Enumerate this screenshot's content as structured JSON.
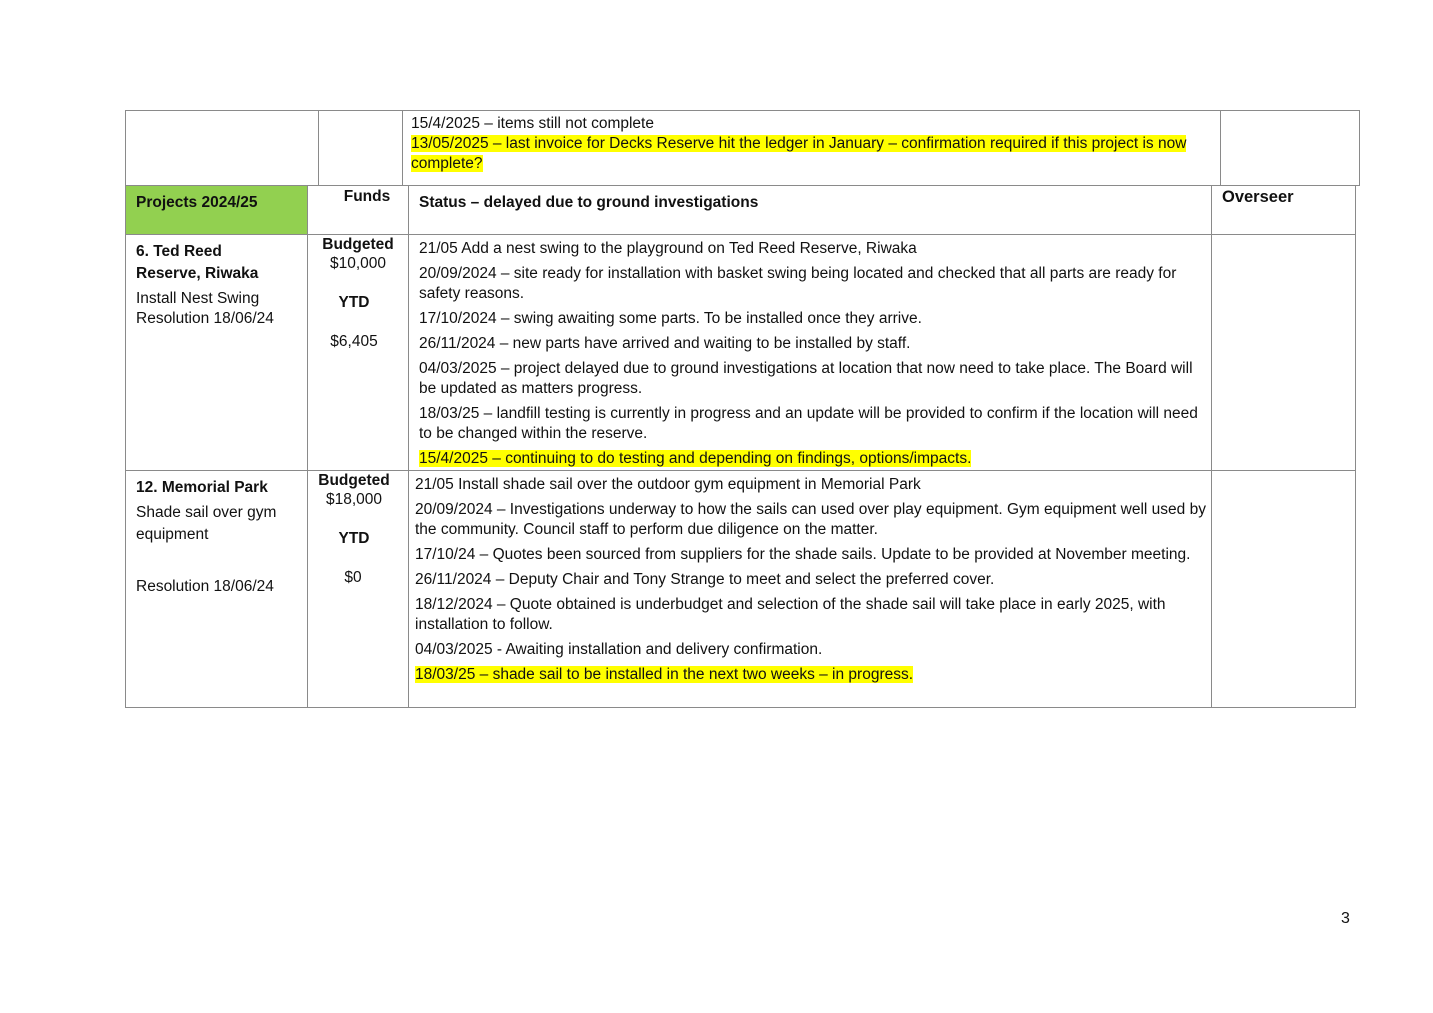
{
  "continuation": {
    "lines": [
      "15/4/2025 – items still not complete",
      "13/05/2025 – last invoice for Decks Reserve hit the ledger in January – confirmation required if this project is now complete?"
    ],
    "highlighted_index": 1
  },
  "header": {
    "projects": "Projects 2024/25",
    "funds": "Funds",
    "status": "Status – delayed due to ground investigations",
    "overseer": "Overseer",
    "projects_bg": "#92d050"
  },
  "projects": [
    {
      "name_line1": "6. Ted Reed",
      "name_line2": "Reserve, Riwaka",
      "desc_line1": "Install Nest Swing",
      "desc_line2": "Resolution 18/06/24",
      "budget_label": "Budgeted",
      "budget": "$10,000",
      "ytd_label": "YTD",
      "ytd": "$6,405",
      "status": [
        "21/05 Add a nest swing to the playground on Ted Reed Reserve, Riwaka",
        "20/09/2024 – site ready for installation with basket swing being located and checked that all parts are ready for safety reasons.",
        "17/10/2024 – swing awaiting some parts. To be installed once they arrive.",
        "26/11/2024 – new parts have arrived and waiting to be installed by staff.",
        "04/03/2025 – project delayed due to ground investigations at location that now need to take place. The Board will be updated as matters progress.",
        "18/03/25 – landfill testing is currently in progress and an update will be provided to confirm if the location will need to be changed within the reserve.",
        "15/4/2025 – continuing to do testing and depending on findings, options/impacts."
      ]
    },
    {
      "name_line1": "12. Memorial Park",
      "desc_line1": "Shade sail over gym",
      "desc_line2": "equipment",
      "resolution": "Resolution 18/06/24",
      "budget_label": "Budgeted",
      "budget": "$18,000",
      "ytd_label": "YTD",
      "ytd": "$0",
      "status": [
        "21/05 Install shade sail over the outdoor gym equipment in Memorial Park",
        "20/09/2024 – Investigations underway to how the sails can used over play equipment. Gym equipment well used by the community. Council staff to perform due diligence on the matter.",
        "17/10/24 – Quotes been sourced from suppliers for the shade sails. Update to be provided at November meeting.",
        "26/11/2024 – Deputy Chair and Tony Strange to meet and select the preferred cover.",
        "18/12/2024 – Quote obtained is underbudget and selection of the shade sail will take place in early 2025, with installation to follow.",
        "04/03/2025 - Awaiting installation and delivery confirmation.",
        "18/03/25 – shade sail to be installed in the next two weeks – in progress."
      ]
    }
  ],
  "page_number": "3",
  "highlight_color": "#ffff00"
}
